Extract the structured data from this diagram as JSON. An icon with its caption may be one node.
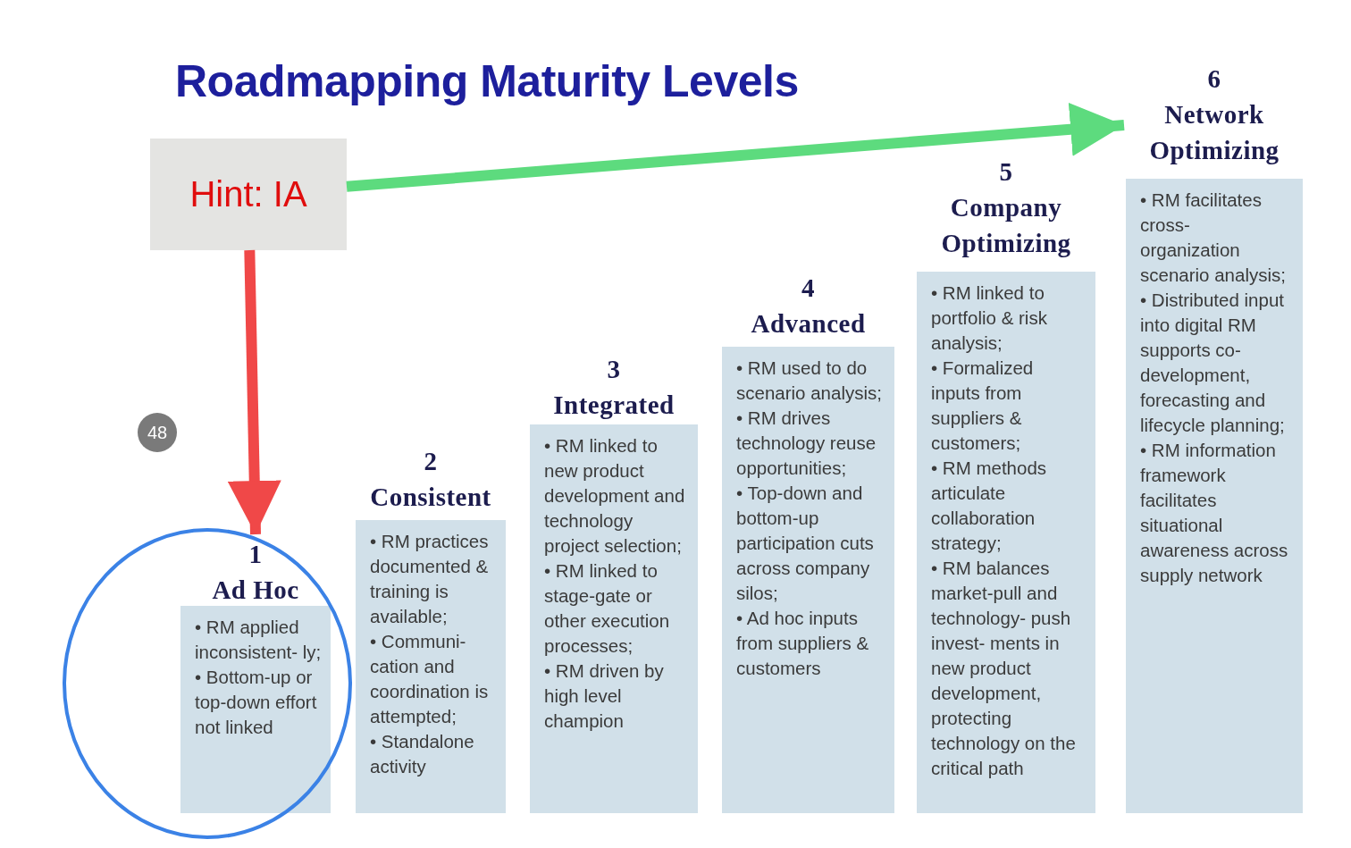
{
  "diagram": {
    "title": "Roadmapping Maturity Levels",
    "nodes": [
      {
        "text": [
          "Hint: IA"
        ]
      },
      {
        "text": [
          "1",
          "Ad Hoc",
          "• RM applied inconsistent- ly;",
          "• Bottom-up or top-down effort not linked"
        ]
      },
      {
        "text": [
          "2",
          "Consistent",
          "• RM practices documented & training is available;",
          "• Communi- cation and coordination is attempted;",
          "• Standalone activity"
        ]
      },
      {
        "text": [
          "3",
          "Integrated",
          "• RM linked to new product development and technology project selection;",
          "• RM linked to stage-gate or other execution processes;",
          "• RM driven by high level champion"
        ]
      },
      {
        "text": [
          "4",
          "Advanced",
          "• RM used to do scenario analysis;",
          "• RM drives technology reuse opportunities;",
          "• Top-down and bottom-up participation cuts across company silos;",
          "• Ad hoc inputs from suppliers & customers"
        ]
      },
      {
        "text": [
          "5",
          "Company Optimizing",
          "• RM linked to portfolio & risk analysis;",
          "• Formalized inputs from suppliers & customers;",
          "• RM methods articulate collaboration strategy;",
          "• RM balances market-pull and technology- push invest- ments in new product development, protecting technology on the critical path"
        ]
      },
      {
        "text": [
          "6",
          "Network Optimizing",
          "• RM facilitates cross- organization scenario analysis;",
          "• Distributed input into digital RM supports co- development, forecasting and lifecycle planning;",
          "• RM information framework facilitates situational awareness across supply network"
        ]
      }
    ],
    "edges": [
      {
        "from": 0,
        "to": 6,
        "arrow": "to",
        "color": "#5ddb7e"
      },
      {
        "from": 0,
        "to": 1,
        "arrow": "to",
        "color": "#f04848"
      }
    ],
    "labels": [
      "48"
    ]
  }
}
